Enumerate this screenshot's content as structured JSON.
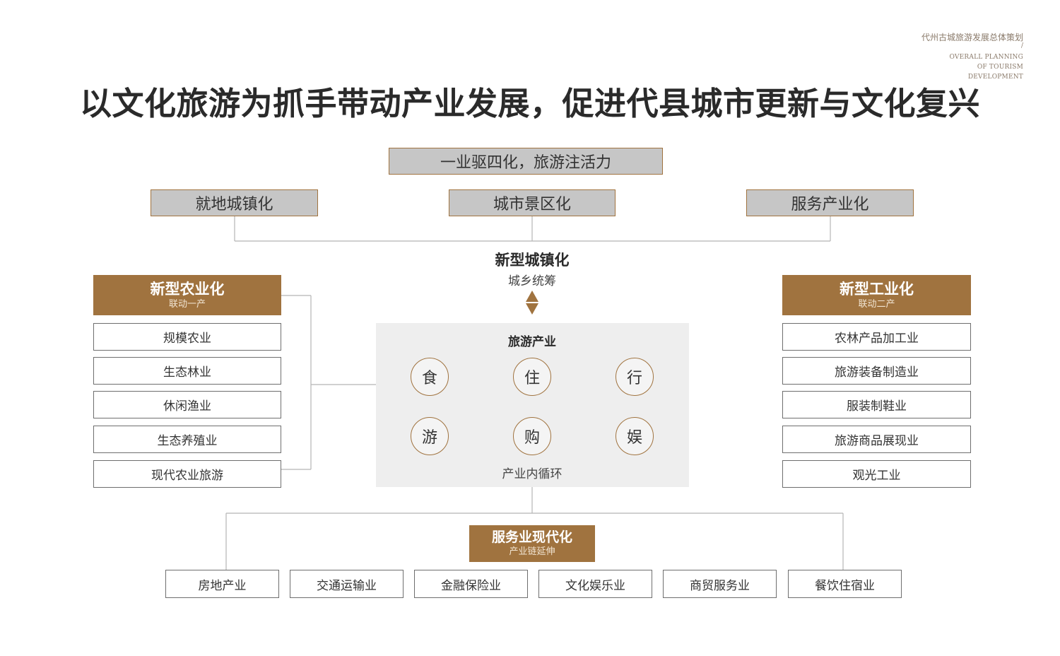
{
  "brand": {
    "cn": "代州古城旅游发展总体策划",
    "slash": "/",
    "en_line1": "OVERALL PLANNING",
    "en_line2": "OF TOURISM",
    "en_line3": "DEVELOPMENT"
  },
  "title": "以文化旅游为抓手带动产业发展，促进代县城市更新与文化复兴",
  "top_box": "一业驱四化，旅游注活力",
  "tier2": [
    "就地城镇化",
    "城市景区化",
    "服务产业化"
  ],
  "urbanization": {
    "title": "新型城镇化",
    "subtitle": "城乡统筹"
  },
  "agriculture": {
    "title": "新型农业化",
    "subtitle": "联动一产",
    "items": [
      "规模农业",
      "生态林业",
      "休闲渔业",
      "生态养殖业",
      "现代农业旅游"
    ]
  },
  "industry": {
    "title": "新型工业化",
    "subtitle": "联动二产",
    "items": [
      "农林产品加工业",
      "旅游装备制造业",
      "服装制鞋业",
      "旅游商品展现业",
      "观光工业"
    ]
  },
  "tourism": {
    "title": "旅游产业",
    "elements": [
      "食",
      "住",
      "行",
      "游",
      "购",
      "娱"
    ],
    "footer": "产业内循环"
  },
  "services": {
    "title": "服务业现代化",
    "subtitle": "产业链延伸",
    "items": [
      "房地产业",
      "交通运输业",
      "金融保险业",
      "文化娱乐业",
      "商贸服务业",
      "餐饮住宿业"
    ]
  },
  "colors": {
    "accent_brown": "#a0733f",
    "box_gray": "#c6c6c6",
    "panel_gray": "#eeeeee",
    "line_gray": "#b5b5b5"
  }
}
